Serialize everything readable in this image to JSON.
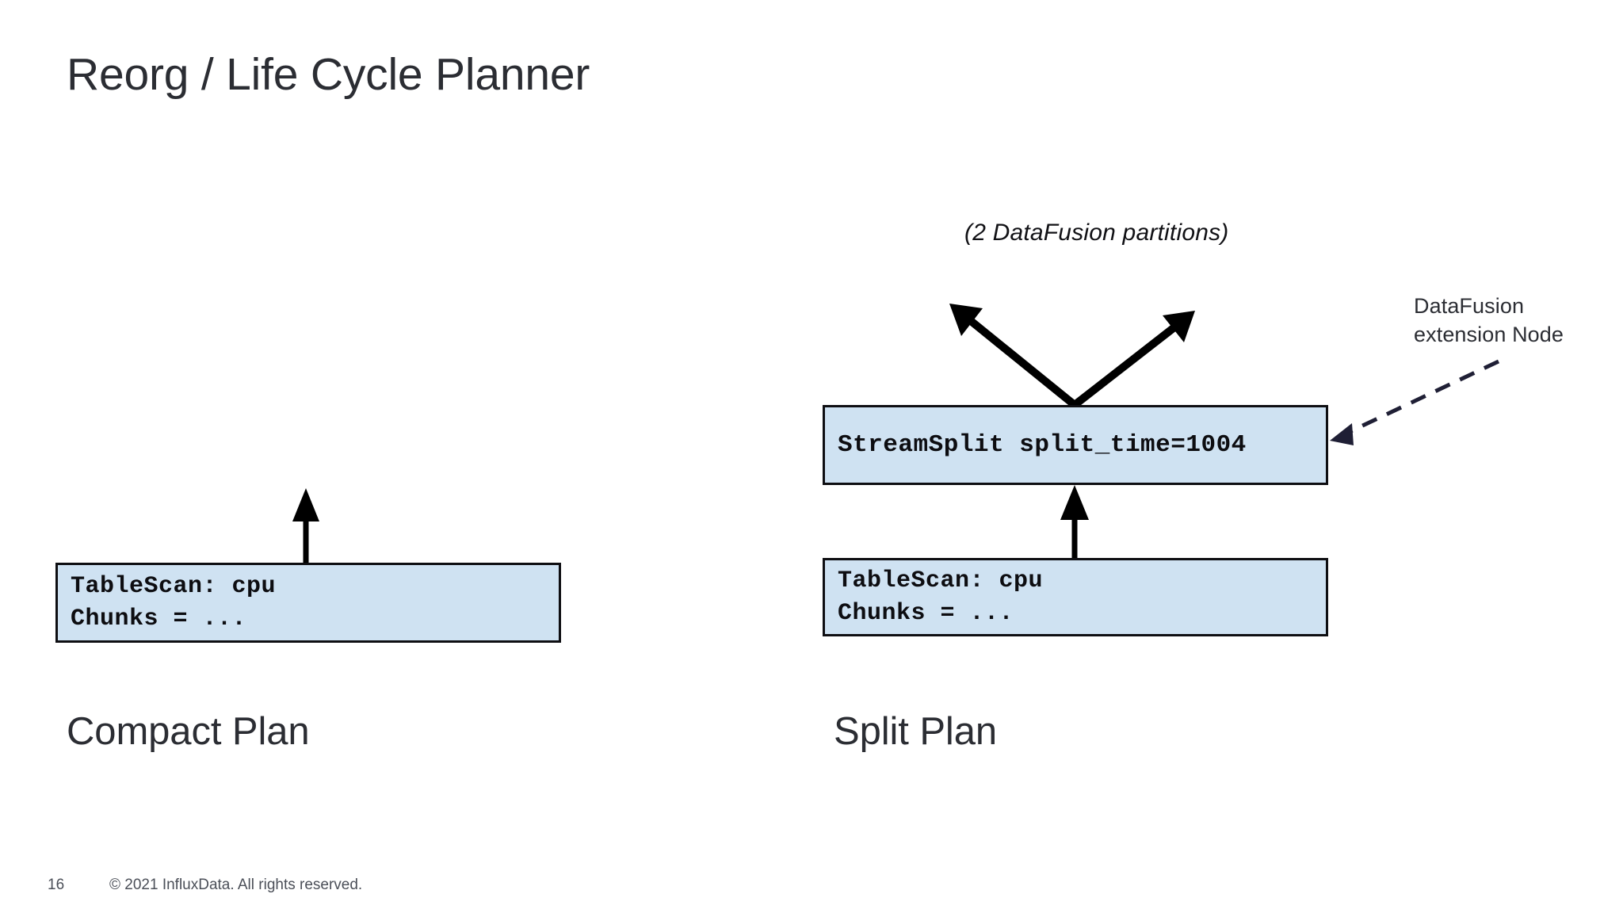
{
  "slide": {
    "title": "Reorg / Life Cycle Planner",
    "background_color": "#ffffff",
    "title_color": "#2b2d33"
  },
  "colors": {
    "node_fill": "#cfe2f2",
    "node_border": "#0e0e12",
    "arrow": "#000000",
    "dashed_arrow": "#1f1f35",
    "text": "#2b2d33",
    "code_text": "#0d0d11",
    "footer_text": "#4b4f58"
  },
  "plans": [
    {
      "id": "compact",
      "caption": "Compact Plan",
      "nodes": [
        {
          "id": "compact-tablescan",
          "kind": "TableScan",
          "lines": [
            "TableScan: cpu",
            "Chunks = ..."
          ]
        }
      ]
    },
    {
      "id": "split",
      "caption": "Split Plan",
      "nodes": [
        {
          "id": "split-streamsplit",
          "kind": "StreamSplit",
          "lines": [
            "StreamSplit split_time=1004"
          ]
        },
        {
          "id": "split-tablescan",
          "kind": "TableScan",
          "lines": [
            "TableScan: cpu",
            "Chunks = ..."
          ]
        }
      ]
    }
  ],
  "annotations": {
    "partitions_note": "(2 DataFusion partitions)",
    "extension_note": "DataFusion\nextension Node"
  },
  "footer": {
    "page_number": "16",
    "copyright": "© 2021 InfluxData. All rights reserved."
  }
}
